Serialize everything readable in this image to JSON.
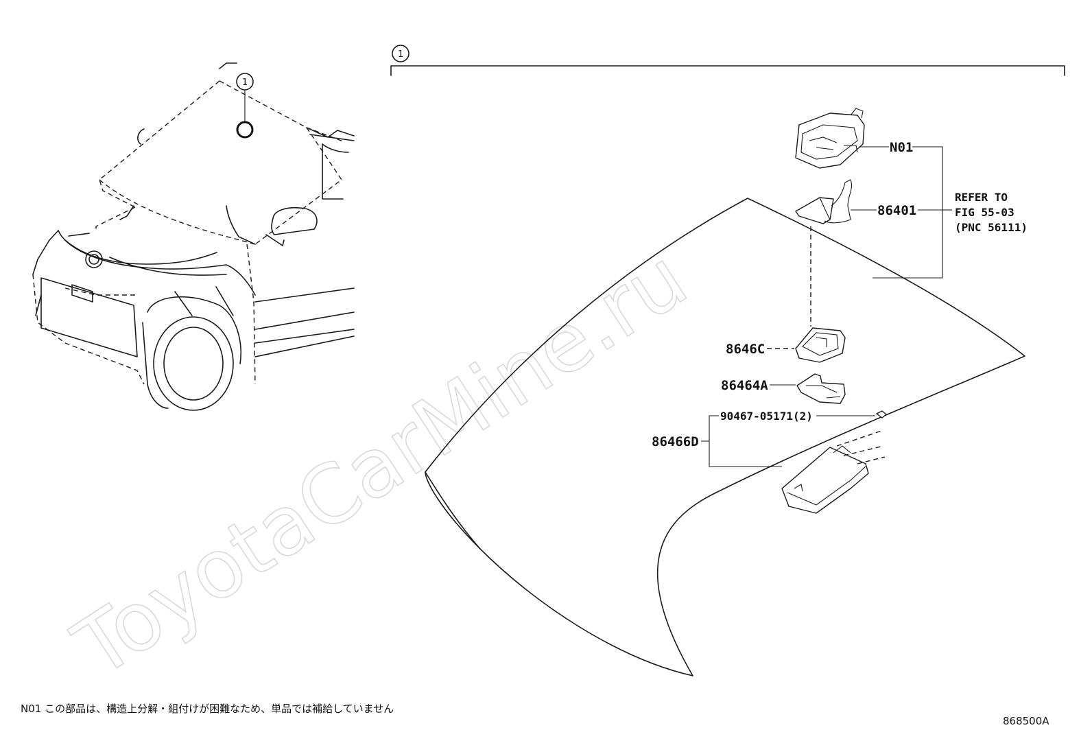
{
  "watermark": "ToyotaCarMine.ru",
  "callout_number": "1",
  "parts": {
    "n01": "N01",
    "p86401": "86401",
    "p8646c": "8646C",
    "p86464a": "86464A",
    "p90467": "90467-05171(2)",
    "p86466d": "86466D"
  },
  "refer": {
    "line1": "REFER TO",
    "line2": "FIG 55-03",
    "line3": "(PNC 56111)"
  },
  "footnote": "N01 この部品は、構造上分解・組付けが困難なため、単品では補給していません",
  "figure_code": "868500A"
}
